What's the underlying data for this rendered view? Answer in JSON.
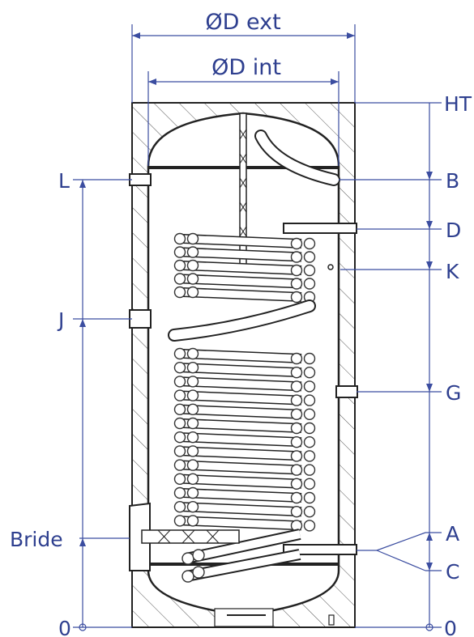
{
  "dimensions": {
    "d_ext": "ØD ext",
    "d_int": "ØD int"
  },
  "right_labels": {
    "ht": "HT",
    "b": "B",
    "d": "D",
    "k": "K",
    "g": "G",
    "a": "A",
    "c": "C",
    "zero": "0"
  },
  "left_labels": {
    "l": "L",
    "j": "J",
    "bride": "Bride",
    "zero": "0"
  },
  "colors": {
    "annotation": "#2e3f8f",
    "drawing": "#222222"
  }
}
